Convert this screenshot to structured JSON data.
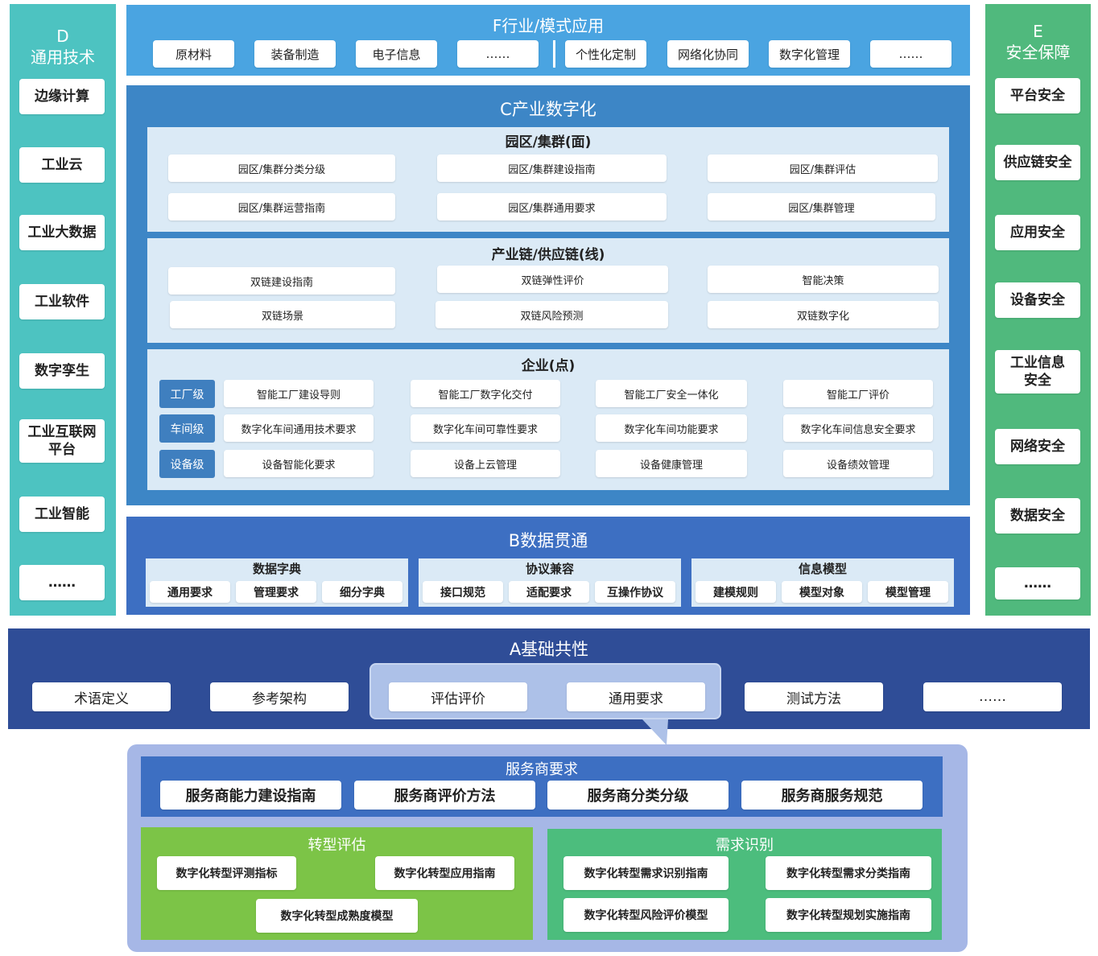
{
  "D": {
    "letter": "D",
    "title": "通用技术",
    "items": [
      "边缘计算",
      "工业云",
      "工业大数据",
      "工业软件",
      "数字孪生",
      "工业互联网平台",
      "工业智能",
      "……"
    ]
  },
  "E": {
    "letter": "E",
    "title": "安全保障",
    "items": [
      "平台安全",
      "供应链安全",
      "应用安全",
      "设备安全",
      "工业信息安全",
      "网络安全",
      "数据安全",
      "……"
    ]
  },
  "F": {
    "title": "F行业/模式应用",
    "items": [
      "原材料",
      "装备制造",
      "电子信息",
      "……",
      "个性化定制",
      "网络化协同",
      "数字化管理",
      "……"
    ]
  },
  "C": {
    "title": "C产业数字化",
    "park": {
      "title": "园区/集群(面)",
      "items": [
        "园区/集群分类分级",
        "园区/集群建设指南",
        "园区/集群评估",
        "园区/集群运营指南",
        "园区/集群通用要求",
        "园区/集群管理"
      ]
    },
    "chain": {
      "title": "产业链/供应链(线)",
      "items": [
        "双链建设指南",
        "双链弹性评价",
        "智能决策",
        "双链场景",
        "双链风险预测",
        "双链数字化"
      ]
    },
    "ent": {
      "title": "企业(点)",
      "levels": [
        "工厂级",
        "车间级",
        "设备级"
      ],
      "rows": [
        [
          "智能工厂建设导则",
          "智能工厂数字化交付",
          "智能工厂安全一体化",
          "智能工厂评价"
        ],
        [
          "数字化车间通用技术要求",
          "数字化车间可靠性要求",
          "数字化车间功能要求",
          "数字化车间信息安全要求"
        ],
        [
          "设备智能化要求",
          "设备上云管理",
          "设备健康管理",
          "设备绩效管理"
        ]
      ]
    }
  },
  "B": {
    "title": "B数据贯通",
    "groups": [
      {
        "title": "数据字典",
        "items": [
          "通用要求",
          "管理要求",
          "细分字典"
        ]
      },
      {
        "title": "协议兼容",
        "items": [
          "接口规范",
          "适配要求",
          "互操作协议"
        ]
      },
      {
        "title": "信息模型",
        "items": [
          "建模规则",
          "模型对象",
          "模型管理"
        ]
      }
    ]
  },
  "A": {
    "title": "A基础共性",
    "items": [
      "术语定义",
      "参考架构",
      "评估评价",
      "通用要求",
      "测试方法",
      "……"
    ]
  },
  "service": {
    "title": "服务商要求",
    "items": [
      "服务商能力建设指南",
      "服务商评价方法",
      "服务商分类分级",
      "服务商服务规范"
    ]
  },
  "transform": {
    "title": "转型评估",
    "items": [
      "数字化转型评测指标",
      "数字化转型应用指南",
      "数字化转型成熟度模型"
    ]
  },
  "demand": {
    "title": "需求识别",
    "items": [
      "数字化转型需求识别指南",
      "数字化转型需求分类指南",
      "数字化转型风险评价模型",
      "数字化转型规划实施指南"
    ]
  },
  "colors": {
    "D": "#4dc3c1",
    "E": "#50b97d",
    "F": "#4aa4e1",
    "C": "#3d86c6",
    "B": "#3d6fc2",
    "A": "#2f4d97",
    "transform": "#7cc447",
    "demand": "#4cbd7d"
  }
}
